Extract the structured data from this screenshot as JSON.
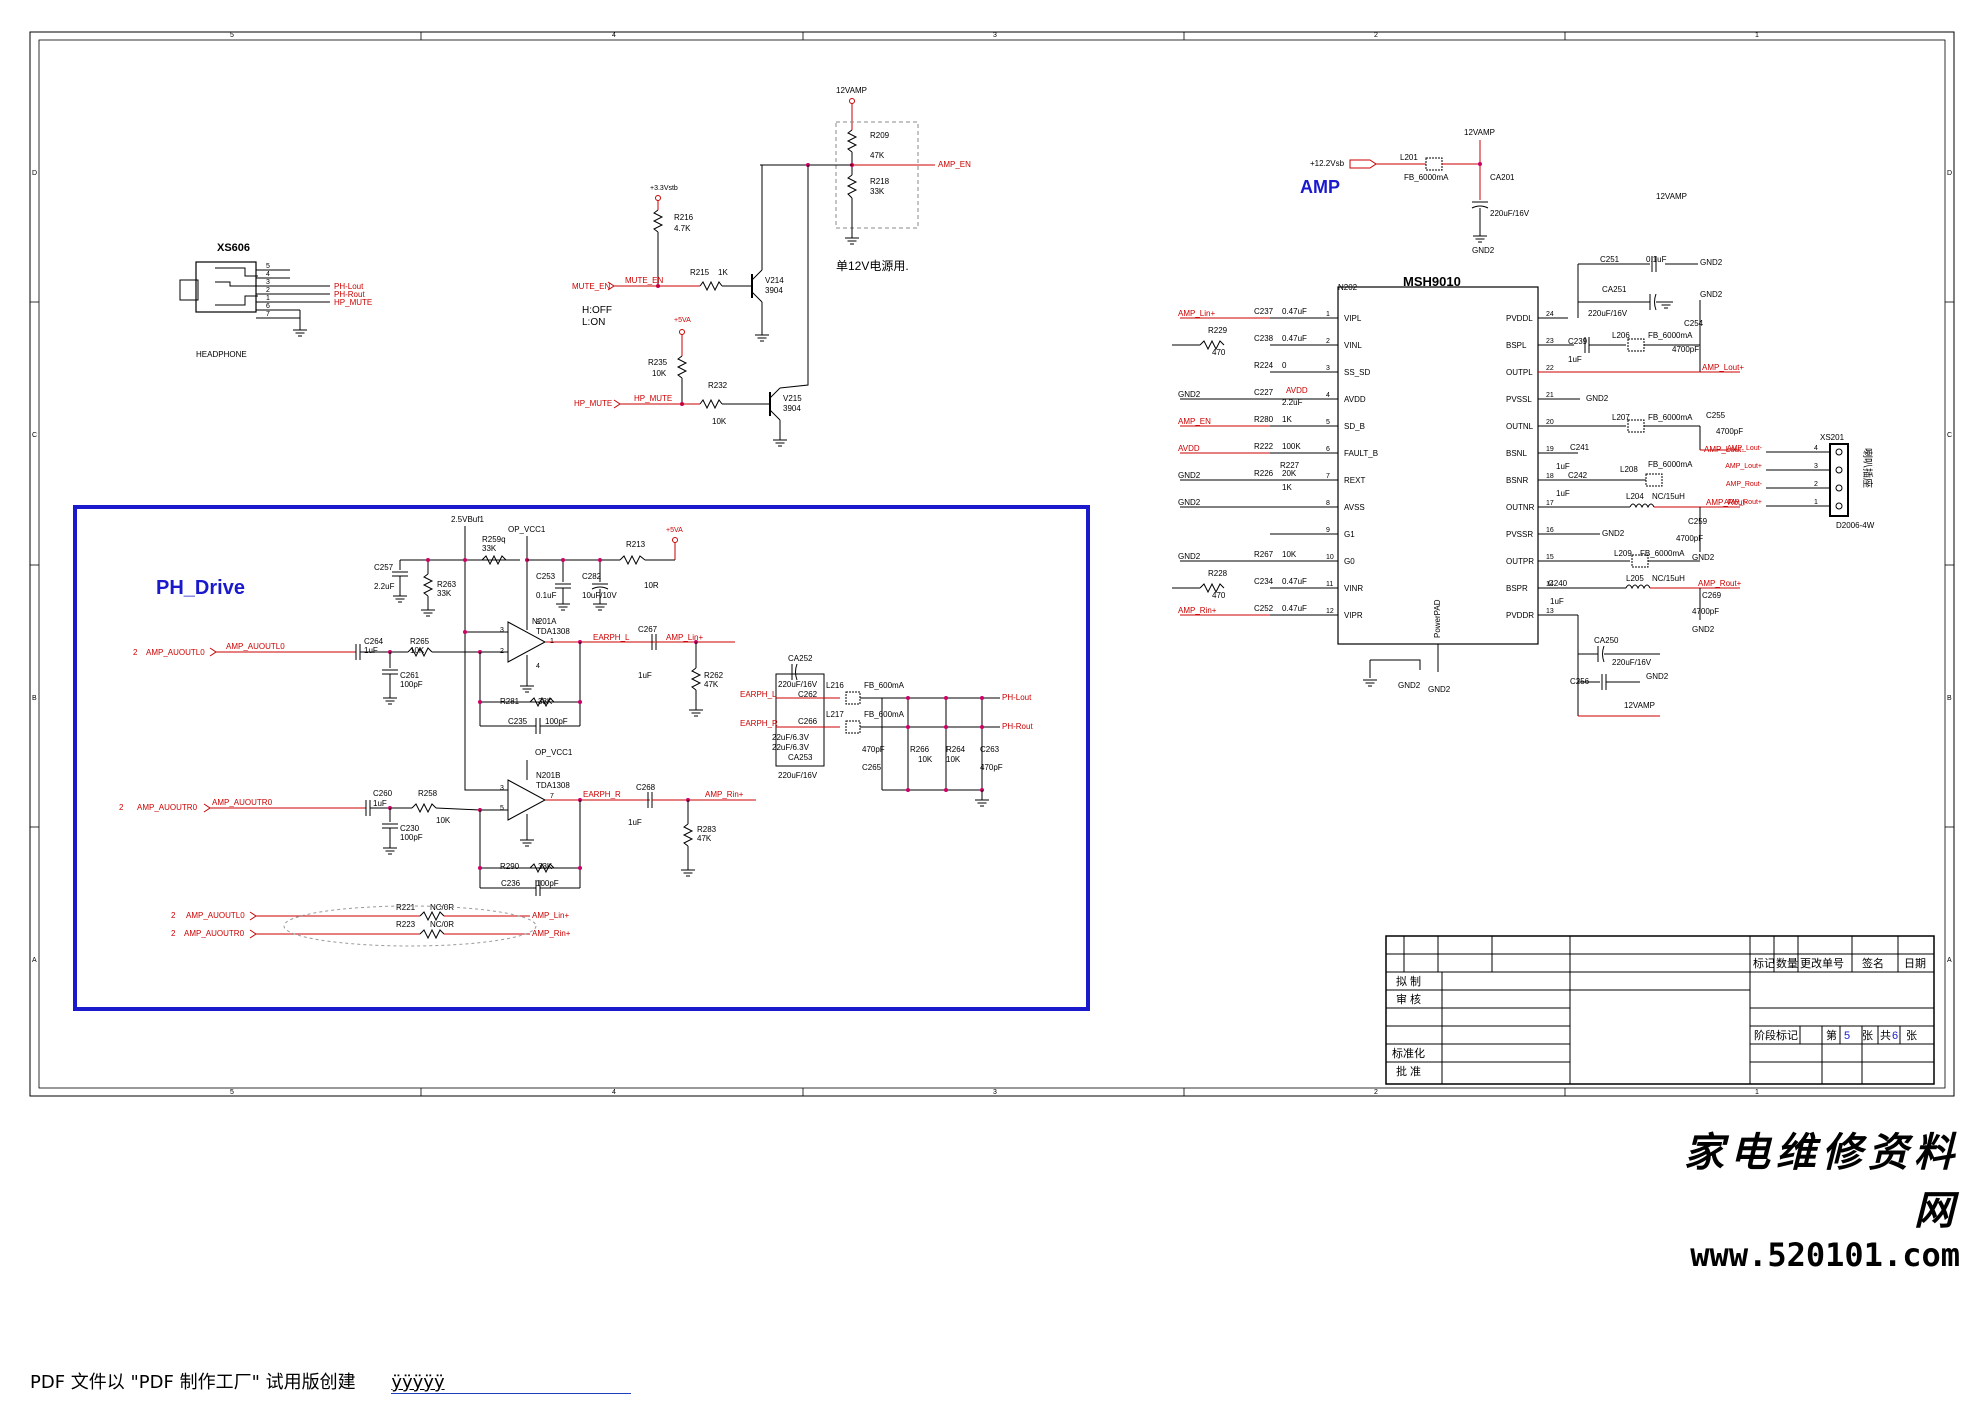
{
  "grid": {
    "top_cols": [
      "5",
      "4",
      "3",
      "2",
      "1"
    ],
    "rows": [
      "D",
      "C",
      "B",
      "A"
    ]
  },
  "headphone": {
    "ref": "XS606",
    "name": "HEADPHONE",
    "pins": [
      "5",
      "4",
      "3",
      "2",
      "1",
      "6",
      "7"
    ],
    "nets": [
      "PH-Lout",
      "PH-Rout",
      "HP_MUTE"
    ]
  },
  "mute": {
    "supply_12v": "12VAMP",
    "supply_33v": "+3.3Vstb",
    "supply_5va": "+5VA",
    "r209": "R209",
    "r209_val": "47K",
    "r218": "R218",
    "r218_val": "33K",
    "amp_en": "AMP_EN",
    "note": "单12V电源用.",
    "r216": "R216",
    "r216_val": "4.7K",
    "r215": "R215",
    "r215_val": "1K",
    "mute_en_in": "MUTE_EN",
    "mute_en_net": "MUTE_EN",
    "v214": "V214",
    "v214_val": "3904",
    "hoff": "H:OFF",
    "lon": "L:ON",
    "r235": "R235",
    "r235_val": "10K",
    "r232": "R232",
    "r232_val": "10K",
    "hp_mute_in": "HP_MUTE",
    "hp_mute_net": "HP_MUTE",
    "v215": "V215",
    "v215_val": "3904"
  },
  "ph_drive": {
    "title": "PH_Drive",
    "vbuf": "2.5VBuf1",
    "opvcc": "OP_VCC1",
    "opvcc2": "OP_VCC1",
    "p5va": "+5VA",
    "c257": "C257",
    "c257_val": "2.2uF",
    "r259": "R259q",
    "r259_val": "33K",
    "r263": "R263",
    "r263_val": "33K",
    "c253": "C253",
    "c253_val": "0.1uF",
    "c282": "C282",
    "c282_val": "10uF/10V",
    "r213": "R213",
    "r213_val": "10R",
    "n201a": "N201A",
    "n201a_val": "TDA1308",
    "n201b": "N201B",
    "n201b_val": "TDA1308",
    "c264": "C264",
    "c264_val": "1uF",
    "r265": "R265",
    "r265_val": "10K",
    "c261": "C261",
    "c261_val": "100pF",
    "in_l_num": "2",
    "in_l": "AMP_AUOUTL0",
    "in_l_net": "AMP_AUOUTL0",
    "earph_l": "EARPH_L",
    "c267": "C267",
    "c267_val": "1uF",
    "amp_lin": "AMP_Lin+",
    "r262": "R262",
    "r262_val": "47K",
    "r281": "R281",
    "r281_val": "33K",
    "c235": "C235",
    "c235_val": "100pF",
    "c260": "C260",
    "c260_val": "1uF",
    "r258": "R258",
    "r258_val": "10K",
    "c230": "C230",
    "c230_val": "100pF",
    "in_r_num": "2",
    "in_r": "AMP_AUOUTR0",
    "in_r_net": "AMP_AUOUTR0",
    "earph_r": "EARPH_R",
    "c268": "C268",
    "c268_val": "1uF",
    "amp_rin": "AMP_Rin+",
    "r283": "R283",
    "r283_val": "47K",
    "r290": "R290",
    "r290_val": "33K",
    "c236": "C236",
    "c236_val": "100pF",
    "ca252": "CA252",
    "ca252_val": "220uF/16V",
    "c262": "C262",
    "c262_val": "22uF/6.3V",
    "l216": "L216",
    "l216_val": "FB_600mA",
    "l217": "L217",
    "l217_val": "FB_600mA",
    "c266": "C266",
    "c266_val": "22uF/6.3V",
    "ca253": "CA253",
    "ca253_val": "220uF/16V",
    "earphl2": "EARPH_L",
    "earphr2": "EARPH_R",
    "ph_lout": "PH-Lout",
    "ph_rout": "PH-Rout",
    "c265": "C265",
    "c265_val": "470pF",
    "r266": "R266",
    "r266_val": "10K",
    "r264": "R264",
    "r264_val": "10K",
    "c263": "C263",
    "c263_val": "470pF",
    "r221": "R221",
    "r221_val": "NC/0R",
    "r223": "R223",
    "r223_val": "NC/0R",
    "bl_num": "2",
    "bl_in": "AMP_AUOUTL0",
    "br_num": "2",
    "br_in": "AMP_AUOUTR0"
  },
  "amp": {
    "title": "AMP",
    "p12vsb": "+12.2Vsb",
    "l201": "L201",
    "l201_val": "FB_6000mA",
    "vamp": "12VAMP",
    "ca201": "CA201",
    "ca201_val": "220uF/16V",
    "gnd2": "GND2",
    "vamp2": "12VAMP",
    "ic_ref": "N202",
    "ic_name": "MSH9010",
    "powerpad": "PowerPAD",
    "left_pins": [
      {
        "n": "1",
        "name": "VIPL"
      },
      {
        "n": "2",
        "name": "VINL"
      },
      {
        "n": "3",
        "name": "SS_SD"
      },
      {
        "n": "4",
        "name": "AVDD"
      },
      {
        "n": "5",
        "name": "SD_B"
      },
      {
        "n": "6",
        "name": "FAULT_B"
      },
      {
        "n": "7",
        "name": "REXT"
      },
      {
        "n": "8",
        "name": "AVSS"
      },
      {
        "n": "9",
        "name": "G1"
      },
      {
        "n": "10",
        "name": "G0"
      },
      {
        "n": "11",
        "name": "VINR"
      },
      {
        "n": "12",
        "name": "VIPR"
      }
    ],
    "right_pins": [
      {
        "n": "24",
        "name": "PVDDL"
      },
      {
        "n": "23",
        "name": "BSPL"
      },
      {
        "n": "22",
        "name": "OUTPL"
      },
      {
        "n": "21",
        "name": "PVSSL"
      },
      {
        "n": "20",
        "name": "OUTNL"
      },
      {
        "n": "19",
        "name": "BSNL"
      },
      {
        "n": "18",
        "name": "BSNR"
      },
      {
        "n": "17",
        "name": "OUTNR"
      },
      {
        "n": "16",
        "name": "PVSSR"
      },
      {
        "n": "15",
        "name": "OUTPR"
      },
      {
        "n": "14",
        "name": "BSPR"
      },
      {
        "n": "13",
        "name": "PVDDR"
      }
    ],
    "left_parts": [
      {
        "net": "AMP_Lin+",
        "ref": "C237",
        "val": "0.47uF"
      },
      {
        "net": "",
        "ref": "C238",
        "val": "0.47uF",
        "r": "R229",
        "rv": "470"
      },
      {
        "ref": "R224",
        "val": "0"
      },
      {
        "net": "GND2",
        "ref": "C227",
        "val": "2.2uF",
        "extra": "AVDD"
      },
      {
        "net": "AMP_EN",
        "ref": "R280",
        "val": "1K"
      },
      {
        "net": "AVDD",
        "ref": "R222",
        "val": "100K"
      },
      {
        "net": "GND2",
        "ref": "R226",
        "val": "20K",
        "r2": "R227",
        "r2v": "1K"
      },
      {
        "net": "GND2"
      },
      {
        "net": ""
      },
      {
        "net": "GND2",
        "ref": "R267",
        "val": "10K"
      },
      {
        "ref": "C234",
        "val": "0.47uF",
        "r": "R228",
        "rv": "470"
      },
      {
        "net": "AMP_Rin+",
        "ref": "C252",
        "val": "0.47uF"
      }
    ],
    "right_parts": {
      "c251": "C251",
      "c251_val": "0.1uF",
      "gnd_a": "GND2",
      "ca251": "CA251",
      "ca251_val": "220uF/16V",
      "c239": "C239",
      "c239_val": "1uF",
      "l206": "L206",
      "l206_val": "FB_6000mA",
      "c254": "C254",
      "c254_val": "4700pF",
      "gnd_b": "GND2",
      "amp_lout_p": "AMP_Lout+",
      "gnd_c": "GND2",
      "l207": "L207",
      "l207_val": "FB_6000mA",
      "c255": "C255",
      "c255_val": "4700pF",
      "amp_lout_n": "AMP_Lout-",
      "c241": "C241",
      "c241_val": "1uF",
      "c242": "C242",
      "c242_val": "1uF",
      "l208": "L208",
      "l208_val": "FB_6000mA",
      "l204": "L204",
      "l204_val": "NC/15uH",
      "amp_rout_n": "AMP_Rout-",
      "c259": "C259",
      "c259_val": "4700pF",
      "gnd_d": "GND2",
      "gnd_e": "GND2",
      "l209": "L209",
      "l209_val": "FB_6000mA",
      "c240": "C240",
      "c240_val": "1uF",
      "l205": "L205",
      "l205_val": "NC/15uH",
      "amp_rout_p": "AMP_Rout+",
      "c269": "C269",
      "c269_val": "4700pF",
      "gnd_f": "GND2",
      "ca250": "CA250",
      "ca250_val": "220uF/16V",
      "c256": "C256",
      "gnd_g": "GND2",
      "vamp3": "12VAMP"
    },
    "gnd_pad": "GND2",
    "gnd_pad2": "GND2",
    "spk": {
      "ref": "XS201",
      "val": "D2006-4W",
      "side": "喇叭插座",
      "pins": [
        {
          "n": "4",
          "net": "AMP_Lout-"
        },
        {
          "n": "3",
          "net": "AMP_Lout+"
        },
        {
          "n": "2",
          "net": "AMP_Rout-"
        },
        {
          "n": "1",
          "net": "AMP_Rout+"
        }
      ]
    }
  },
  "titleblock": {
    "h1": "标记",
    "h2": "数量",
    "h3": "更改单号",
    "h4": "签名",
    "h5": "日期",
    "r1": "拟 制",
    "r2": "审 核",
    "r3": "标准化",
    "r4": "批 准",
    "stage": "阶段标记",
    "sheet_pre": "第",
    "sheet_no": "5",
    "sheet_mid": "张",
    "sheet_total_pre": "共",
    "sheet_total": "6",
    "sheet_total_post": "张"
  },
  "watermark": {
    "cn": "家电维修资料网",
    "url": "www.520101.com"
  },
  "footer": {
    "text": "PDF 文件以 \"PDF 制作工厂\" 试用版创建",
    "fill": "ÿÿÿÿÿ"
  }
}
